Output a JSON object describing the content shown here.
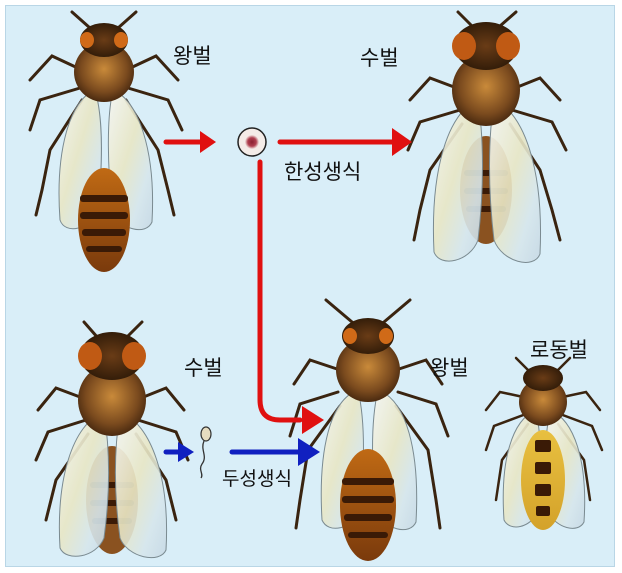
{
  "labels": {
    "queen_top": "왕벌",
    "drone_top": "수벌",
    "parthenogenesis": "한성생식",
    "drone_bottom": "수벌",
    "queen_bottom": "왕벌",
    "worker": "로동벌",
    "sexual_reproduction": "두성생식"
  },
  "colors": {
    "background": "#d9eef8",
    "red_arrow": "#e01010",
    "blue_arrow": "#1020c0"
  }
}
